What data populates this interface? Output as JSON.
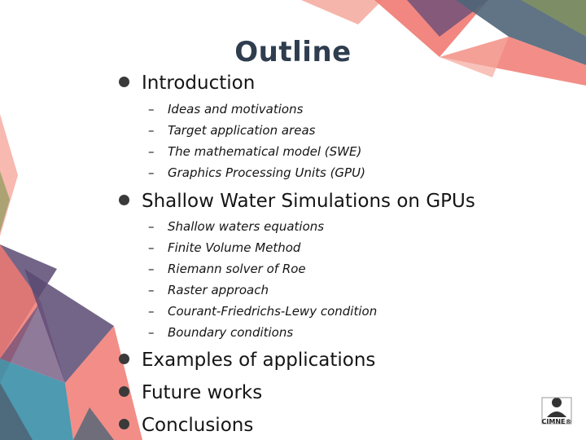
{
  "slide": {
    "title": "Outline",
    "sections": [
      {
        "label": "Introduction",
        "items": [
          "Ideas and motivations",
          "Target application areas",
          "The mathematical model (SWE)",
          "Graphics Processing Units (GPU)"
        ]
      },
      {
        "label": "Shallow Water Simulations on GPUs",
        "items": [
          "Shallow waters equations",
          "Finite Volume Method",
          "Riemann solver of Roe",
          "Raster approach",
          "Courant-Friedrichs-Lewy condition",
          "Boundary conditions"
        ]
      },
      {
        "label": "Examples of applications",
        "items": []
      },
      {
        "label": "Future works",
        "items": []
      },
      {
        "label": "Conclusions",
        "items": []
      }
    ],
    "sub_marker": "–",
    "logo_text": "CIMNE®"
  },
  "colors": {
    "title": "#2f3d4f",
    "coral": "#f07a72",
    "salmon": "#f5a89c",
    "slate": "#4f6578",
    "purple": "#5b4a72",
    "teal": "#3a8fa8",
    "olive": "#7a8a5a"
  }
}
